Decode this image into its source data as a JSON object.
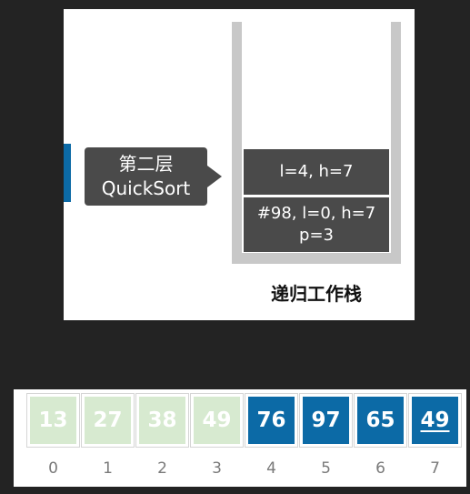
{
  "callout": {
    "line1": "第二层",
    "line2": "QuickSort"
  },
  "stack": {
    "frames": [
      {
        "text": "l=4, h=7"
      },
      {
        "line1": "#98, l=0, h=7",
        "line2": "p=3"
      }
    ],
    "label": "递归工作栈"
  },
  "colors": {
    "sorted": "#d7ead0",
    "active": "#0c6aa6",
    "frame": "#4a4a4a",
    "wall": "#c8c8c8"
  },
  "array": {
    "cells": [
      {
        "value": "13",
        "index": "0",
        "state": "sorted"
      },
      {
        "value": "27",
        "index": "1",
        "state": "sorted"
      },
      {
        "value": "38",
        "index": "2",
        "state": "sorted"
      },
      {
        "value": "49",
        "index": "3",
        "state": "sorted"
      },
      {
        "value": "76",
        "index": "4",
        "state": "active"
      },
      {
        "value": "97",
        "index": "5",
        "state": "active"
      },
      {
        "value": "65",
        "index": "6",
        "state": "active"
      },
      {
        "value": "49",
        "index": "7",
        "state": "active",
        "pivot": true
      }
    ]
  }
}
